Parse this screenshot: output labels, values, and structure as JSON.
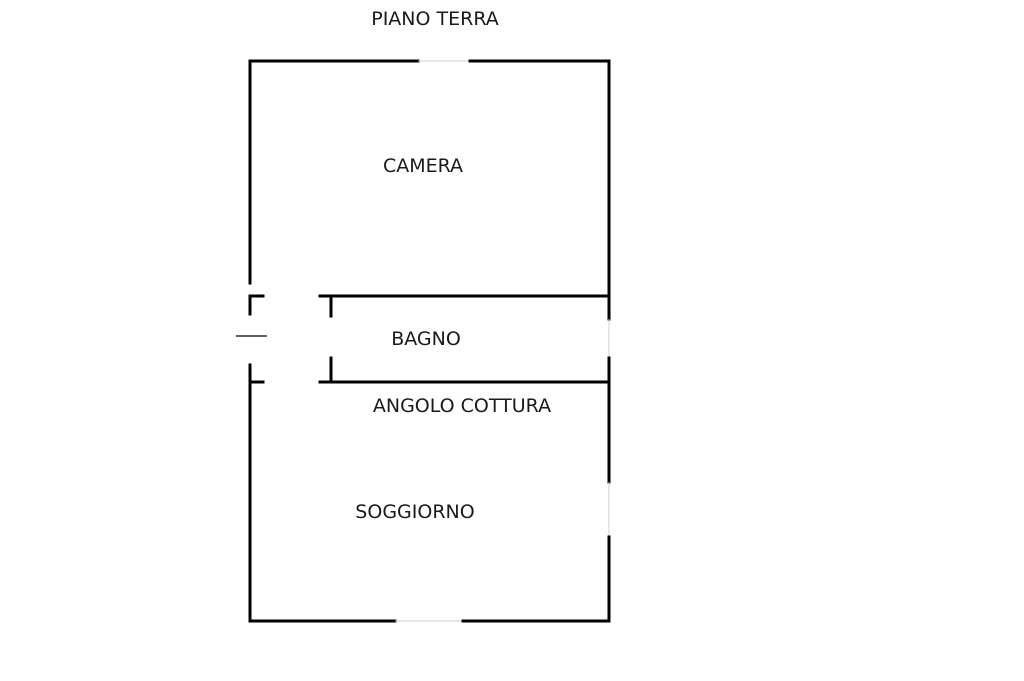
{
  "plan": {
    "floor_title": "PIANO TERRA",
    "rooms": {
      "camera": "CAMERA",
      "bagno": "BAGNO",
      "angolo_cottura": "ANGOLO COTTURA",
      "soggiorno": "SOGGIORNO"
    },
    "line_color": "#000000",
    "background_color": "#ffffff"
  }
}
